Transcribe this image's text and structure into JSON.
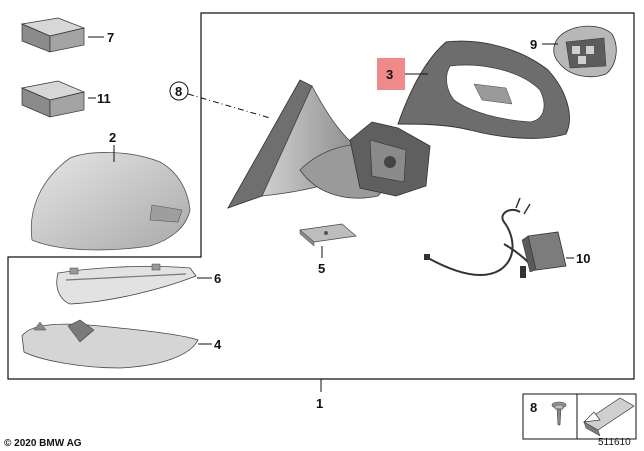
{
  "callouts": {
    "c1": "1",
    "c2": "2",
    "c3": "3",
    "c4": "4",
    "c5": "5",
    "c6": "6",
    "c7": "7",
    "c8": "8",
    "c9": "9",
    "c10": "10",
    "c11": "11",
    "c8_circle": "8",
    "c8_legend": "8"
  },
  "footer": {
    "copyright": "© 2020 BMW AG",
    "diagram_number": "511610"
  },
  "colors": {
    "highlight_callout": "#f08a8a",
    "part_fill": "#c9c9c9",
    "part_dark": "#7a7a7a",
    "line": "#111111"
  }
}
